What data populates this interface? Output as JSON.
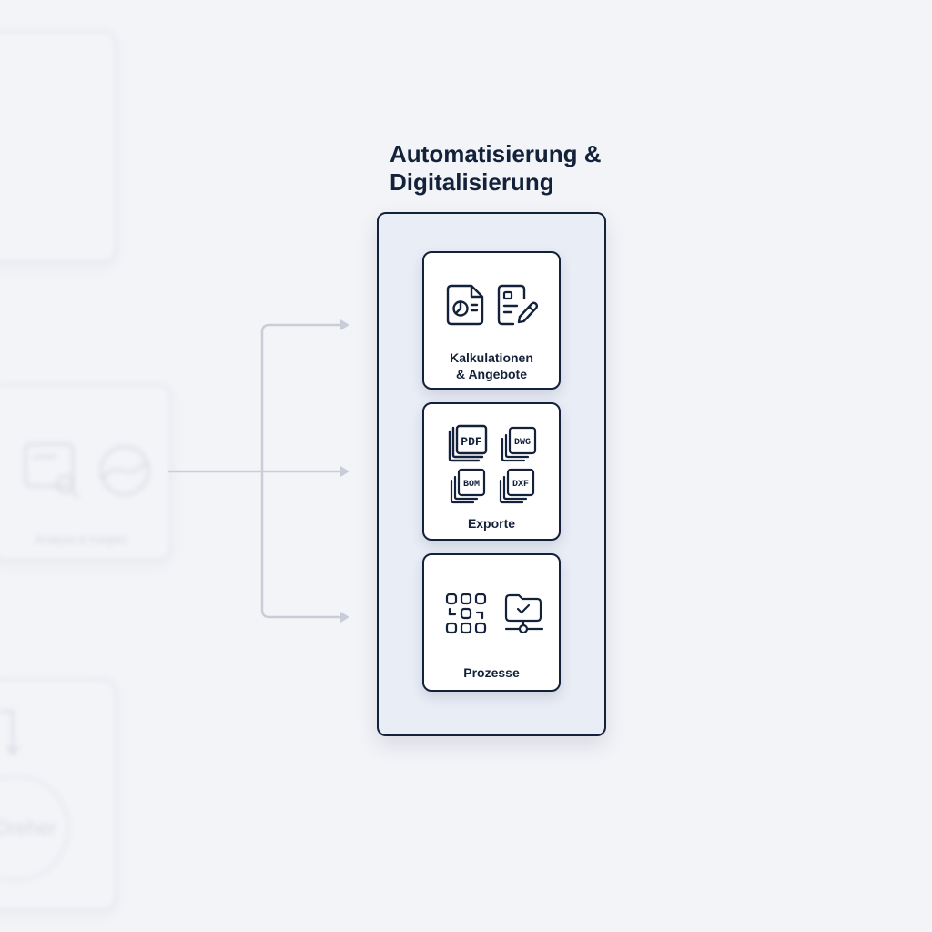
{
  "title": {
    "line1": "Automatisierung &",
    "line2": "Digitalisierung"
  },
  "cards": [
    {
      "label_line1": "Kalkulationen",
      "label_line2": "& Angebote",
      "icons": [
        "document-chart-icon",
        "document-edit-icon"
      ]
    },
    {
      "label_line1": "Exporte",
      "icons": [
        "pdf-export-icon",
        "dwg-export-icon",
        "bom-export-icon",
        "dxf-export-icon"
      ],
      "badges": {
        "pdf": "PDF",
        "dwg": "DWG",
        "bom": "BOM",
        "dxf": "DXF"
      }
    },
    {
      "label_line1": "Prozesse",
      "icons": [
        "workflow-grid-icon",
        "network-folder-icon"
      ]
    }
  ],
  "background": {
    "left_card_label": "Analysis & Insights",
    "circle_label": "Dreher"
  },
  "colors": {
    "ink": "#13223a",
    "panel_fill": "#e9edf6",
    "page_bg": "#f3f4f8",
    "connector": "#c9cdd8"
  }
}
